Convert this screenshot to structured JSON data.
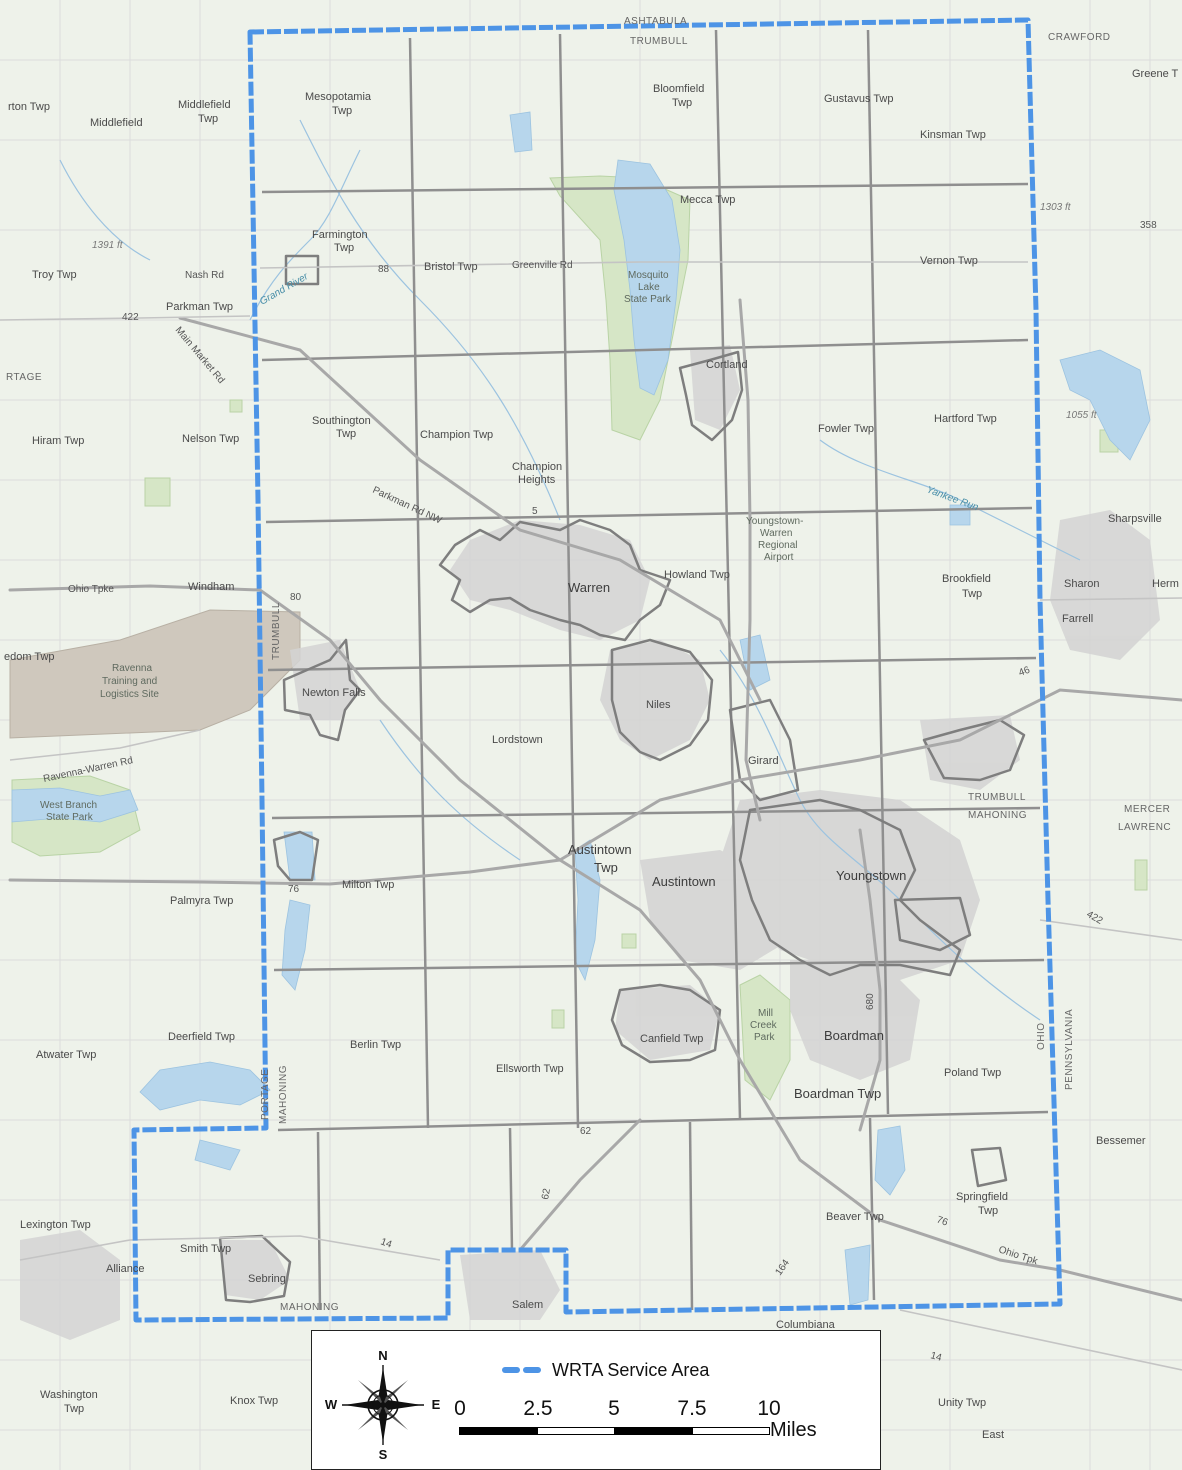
{
  "map": {
    "labels": {
      "ashtabula": "ASHTABULA",
      "trumbull_top": "TRUMBULL",
      "crawford": "CRAWFORD",
      "greene": "Greene T",
      "ton_twp": "rton Twp",
      "middlefield": "Middlefield",
      "middlefield_twp_1": "Middlefield",
      "middlefield_twp_2": "Twp",
      "mesopotamia_1": "Mesopotamia",
      "mesopotamia_2": "Twp",
      "bloomfield_1": "Bloomfield",
      "bloomfield_2": "Twp",
      "gustavus": "Gustavus Twp",
      "kinsman": "Kinsman Twp",
      "mecca": "Mecca Twp",
      "farmington_1": "Farmington",
      "farmington_2": "Twp",
      "troy": "Troy Twp",
      "nash_rd": "Nash Rd",
      "rt88": "88",
      "bristol": "Bristol Twp",
      "greenville_rd": "Greenville Rd",
      "mosquito_1": "Mosquito",
      "mosquito_2": "Lake",
      "mosquito_3": "State Park",
      "vernon": "Vernon Twp",
      "parkman": "Parkman Twp",
      "rt422_w": "422",
      "grand_river": "Grand River",
      "main_market": "Main Market Rd",
      "rtage": "RTAGE",
      "cortland": "Cortland",
      "southington_1": "Southington",
      "southington_2": "Twp",
      "champion_twp": "Champion Twp",
      "fowler": "Fowler Twp",
      "hartford": "Hartford Twp",
      "hiram": "Hiram Twp",
      "nelson": "Nelson Twp",
      "champion_h_1": "Champion",
      "champion_h_2": "Heights",
      "parkman_rd": "Parkman Rd NW",
      "rt5": "5",
      "yankee_run": "Yankee Run",
      "sharpsville": "Sharpsville",
      "ywra_1": "Youngstown-",
      "ywra_2": "Warren",
      "ywra_3": "Regional",
      "ywra_4": "Airport",
      "warren": "Warren",
      "howland": "Howland Twp",
      "brookfield_1": "Brookfield",
      "brookfield_2": "Twp",
      "sharon": "Sharon",
      "herm": "Herm",
      "farrell": "Farrell",
      "ohio_tpke": "Ohio Tpke",
      "windham": "Windham",
      "rt80": "80",
      "trumbull_west": "TRUMBULL",
      "freedom": "edom Twp",
      "ravenna_1": "Ravenna",
      "ravenna_2": "Training and",
      "ravenna_3": "Logistics Site",
      "newton_falls": "Newton Falls",
      "niles": "Niles",
      "lordstown": "Lordstown",
      "girard": "Girard",
      "ravenna_warren_rd": "Ravenna-Warren Rd",
      "west_branch_1": "West Branch",
      "west_branch_2": "State Park",
      "trumbull_se": "TRUMBULL",
      "mahoning_e": "MAHONING",
      "mercer": "MERCER",
      "lawrence": "LAWRENC",
      "austintown_twp_1": "Austintown",
      "austintown_twp_2": "Twp",
      "austintown": "Austintown",
      "youngstown": "Youngstown",
      "rt76_w": "76",
      "milton": "Milton Twp",
      "palmyra": "Palmyra Twp",
      "rt422_e": "422",
      "pennsylvania": "PENNSYLVANIA",
      "ohio_e": "OHIO",
      "deerfield": "Deerfield Twp",
      "atwater": "Atwater Twp",
      "berlin": "Berlin Twp",
      "canfield": "Canfield Twp",
      "mill_creek_1": "Mill",
      "mill_creek_2": "Creek",
      "mill_creek_3": "Park",
      "boardman": "Boardman",
      "rt680": "680",
      "ellsworth": "Ellsworth Twp",
      "poland": "Poland Twp",
      "boardman_twp": "Boardman Twp",
      "portage_s": "PORTAGE",
      "mahoning_w": "MAHONING",
      "rt62": "62",
      "bessemer": "Bessemer",
      "springfield_1": "Springfield",
      "springfield_2": "Twp",
      "lexington": "Lexington Twp",
      "beaver": "Beaver Twp",
      "rt76_e": "76",
      "ohio_tpk_e": "Ohio Tpk",
      "smith": "Smith Twp",
      "rt14": "14",
      "alliance": "Alliance",
      "sebring": "Sebring",
      "mahoning_s": "MAHONING",
      "salem": "Salem",
      "columbiana": "Columbiana",
      "rt164": "164",
      "washington_1": "Washington",
      "washington_2": "Twp",
      "knox": "Knox Twp",
      "unity": "Unity Twp",
      "east": "East",
      "elev_1391": "1391 ft",
      "elev_1303": "1303 ft",
      "elev_1055": "1055 ft",
      "rt358": "358",
      "rt46": "46",
      "rt62_ne": "62",
      "rt14_e": "14"
    },
    "colors": {
      "land": "#eef2ea",
      "water": "#b7d6ec",
      "park": "#d6e6c6",
      "boundary": "#4d94e6",
      "township_lines": "#8f8f8f",
      "urban": "#d3d3d3"
    }
  },
  "legend": {
    "compass": {
      "n": "N",
      "s": "S",
      "e": "E",
      "w": "W"
    },
    "service_area_label": "WRTA Service Area",
    "scale_ticks": [
      "0",
      "2.5",
      "5",
      "7.5",
      "10"
    ],
    "scale_unit": "Miles"
  }
}
